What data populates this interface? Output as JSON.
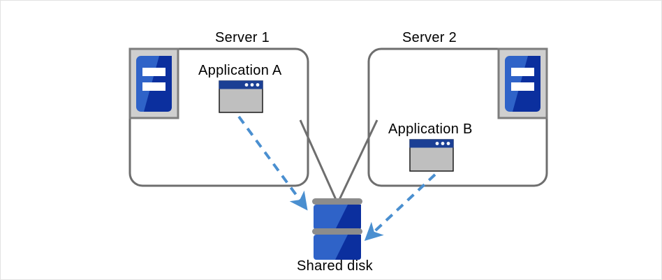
{
  "diagram": {
    "title": "Shared disk cluster diagram",
    "colors": {
      "box_stroke": "#6e6e6e",
      "connector": "#6e6e6e",
      "arrow": "#4a8fd0",
      "icon_blue_light": "#2f63c8",
      "icon_blue_dark": "#0b2f9e",
      "icon_frame": "#cfcfcf",
      "icon_frame_border": "#7d7d7d",
      "window_titlebar": "#1b3f94",
      "window_body": "#bfbfbf",
      "window_border": "#1a1a1a",
      "disk_bar": "#8c8c8c",
      "page_border": "#e2e2e2",
      "text": "#000000"
    },
    "servers": [
      {
        "id": "server-1",
        "label": "Server 1",
        "icon_name": "server-icon",
        "app": {
          "label": "Application A",
          "icon_name": "application-window-icon"
        }
      },
      {
        "id": "server-2",
        "label": "Server 2",
        "icon_name": "server-icon",
        "app": {
          "label": "Application B",
          "icon_name": "application-window-icon"
        }
      }
    ],
    "storage": {
      "id": "shared-disk",
      "label": "Shared disk",
      "icon_name": "disk-stack-icon",
      "platters": 2
    },
    "connectors": [
      {
        "id": "connector-server1-disk",
        "style": "solid",
        "color": "#6e6e6e"
      },
      {
        "id": "connector-server2-disk",
        "style": "solid",
        "color": "#6e6e6e"
      }
    ],
    "data_flows": [
      {
        "id": "flow-app-a-to-disk",
        "from": "Application A",
        "to": "Shared disk",
        "style": "dashed",
        "color": "#4a8fd0"
      },
      {
        "id": "flow-app-b-to-disk",
        "from": "Application B",
        "to": "Shared disk",
        "style": "dashed",
        "color": "#4a8fd0"
      }
    ]
  }
}
